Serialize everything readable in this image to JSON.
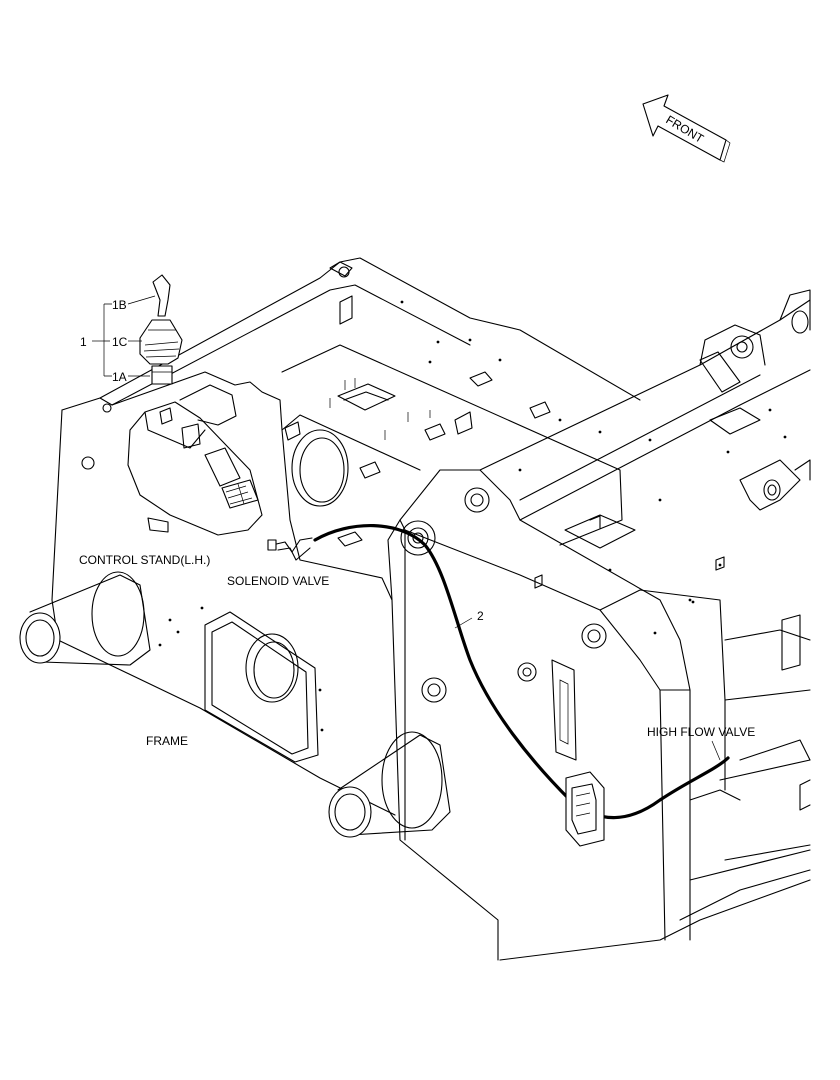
{
  "labels": {
    "front": "FRONT",
    "part_1": "1",
    "part_1a": "1A",
    "part_1b": "1B",
    "part_1c": "1C",
    "part_2": "2",
    "control_stand": "CONTROL STAND(L.H.)",
    "solenoid_valve": "SOLENOID VALVE",
    "frame": "FRAME",
    "high_flow_valve": "HIGH FLOW VALVE"
  }
}
